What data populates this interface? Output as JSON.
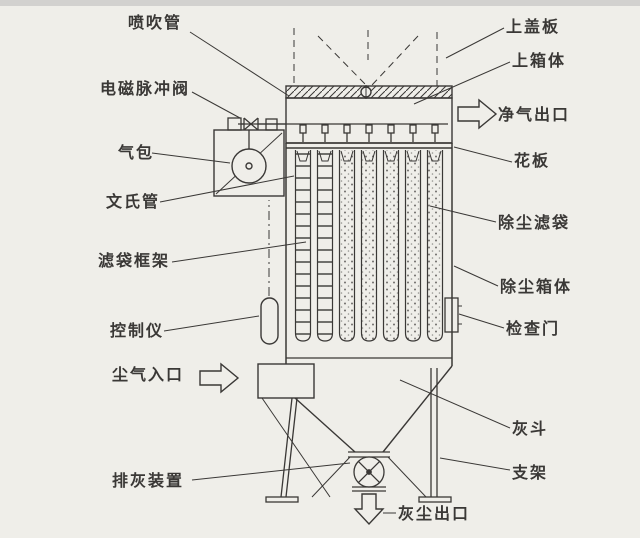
{
  "colors": {
    "background": "#efeee9",
    "ink": "#3a3836"
  },
  "labels": {
    "blow_pipe": "喷吹管",
    "pulse_valve": "电磁脉冲阀",
    "air_bag": "气包",
    "venturi": "文氏管",
    "bag_cage": "滤袋框架",
    "controller": "控制仪",
    "dusty_gas_inlet": "尘气入口",
    "ash_discharge": "排灰装置",
    "top_cover": "上盖板",
    "upper_box": "上箱体",
    "clean_gas_outlet": "净气出口",
    "tube_sheet": "花板",
    "filter_bag": "除尘滤袋",
    "dust_box": "除尘箱体",
    "inspection_door": "检查门",
    "ash_hopper": "灰斗",
    "support": "支架",
    "dust_outlet": "灰尘出口"
  },
  "icons": {
    "dusty_gas_flow": "right-arrow",
    "clean_gas_flow": "right-arrow",
    "dust_flow": "down-arrow"
  }
}
